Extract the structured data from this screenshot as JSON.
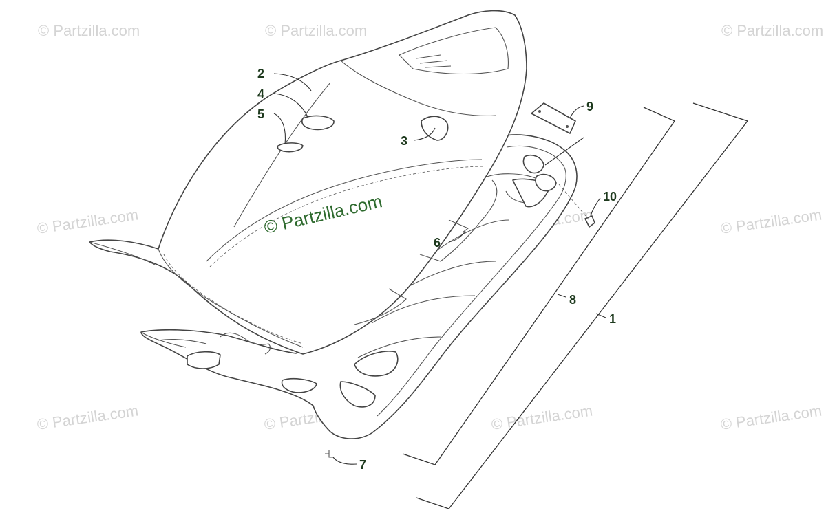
{
  "watermark": {
    "text": "© Partzilla.com",
    "center_text": "© Partzilla.com"
  },
  "callouts": [
    {
      "id": "1",
      "label": "1"
    },
    {
      "id": "2",
      "label": "2"
    },
    {
      "id": "3",
      "label": "3"
    },
    {
      "id": "4",
      "label": "4"
    },
    {
      "id": "5",
      "label": "5"
    },
    {
      "id": "6",
      "label": "6"
    },
    {
      "id": "7",
      "label": "7"
    },
    {
      "id": "8",
      "label": "8"
    },
    {
      "id": "9",
      "label": "9"
    },
    {
      "id": "10",
      "label": "10"
    }
  ]
}
